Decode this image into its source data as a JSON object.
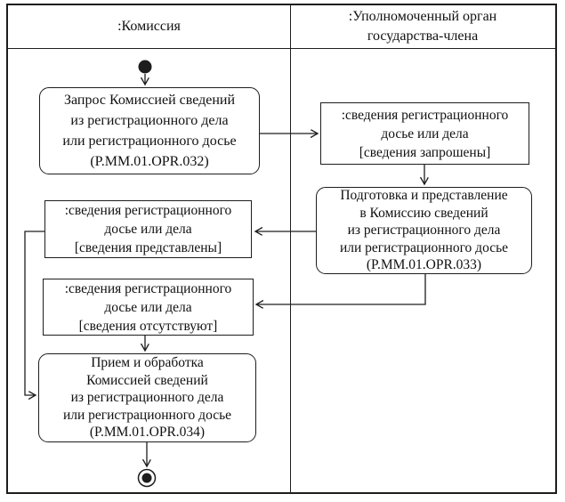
{
  "lanes": {
    "left": {
      "title": ":Комиссия"
    },
    "right": {
      "title": ":Уполномоченный орган\nгосударства-члена"
    }
  },
  "nodes": {
    "request_032": {
      "type": "action",
      "label": "Запрос Комиссией сведений\nиз регистрационного дела\nили регистрационного досье\n(P.MM.01.OPR.032)"
    },
    "object_requested": {
      "type": "object",
      "label": ":сведения регистрационного\nдосье или дела\n[сведения запрошены]"
    },
    "prepare_033": {
      "type": "action",
      "label": "Подготовка и представление\nв Комиссию сведений\nиз регистрационного дела\nили регистрационного досье\n(P.MM.01.OPR.033)"
    },
    "object_provided": {
      "type": "object",
      "label": ":сведения регистрационного\nдосье или дела\n[сведения представлены]"
    },
    "object_absent": {
      "type": "object",
      "label": ":сведения регистрационного\nдосье или дела\n[сведения отсутствуют]"
    },
    "receive_034": {
      "type": "action",
      "label": "Прием и обработка\nКомиссией сведений\nиз регистрационного дела\nили регистрационного досье\n(P.MM.01.OPR.034)"
    }
  },
  "markers": {
    "initial_node": "start",
    "final_node": "end"
  },
  "colors": {
    "line": "#1d1d1d",
    "background": "#ffffff",
    "text": "#111111"
  }
}
